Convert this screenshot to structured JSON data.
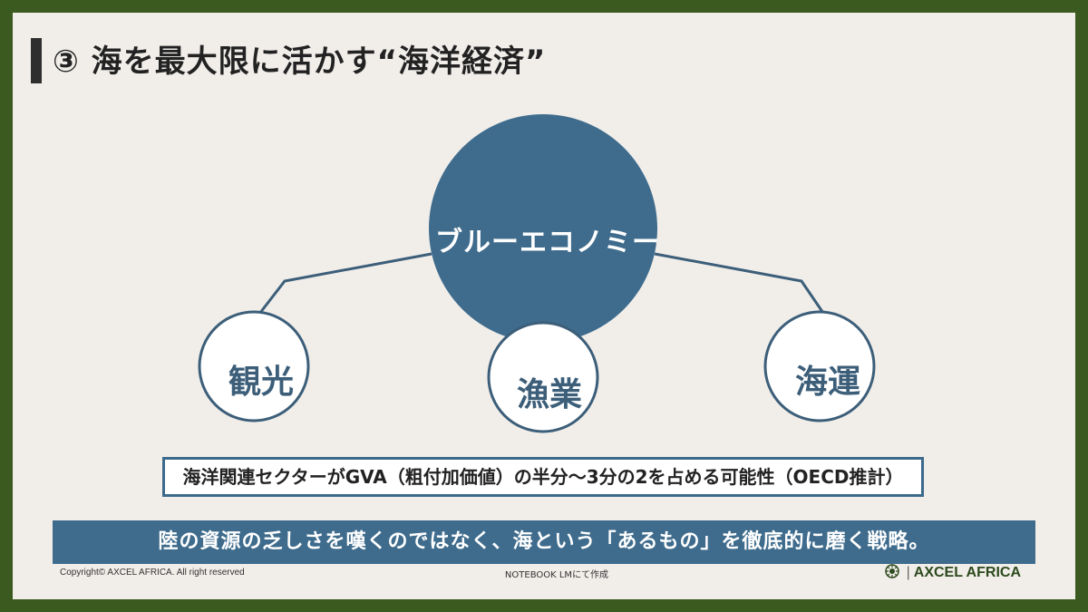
{
  "slide": {
    "title": "③ 海を最大限に活かす“海洋経済”"
  },
  "diagram": {
    "hub": "ブルーエコノミー",
    "leaves": [
      "観光",
      "漁業",
      "海運"
    ],
    "colors": {
      "hub": "#3f6c8d",
      "line": "#3c5e79",
      "leaf_fill": "#ffffff"
    }
  },
  "stat": "海洋関連セクターがGVA（粗付加価値）の半分～3分の2を占める可能性（OECD推計）",
  "banner": "陸の資源の乏しさを嘆くのではなく、海という「あるもの」を徹底的に磨く戦略。",
  "footer": {
    "copyright": "Copyright©  AXCEL AFRICA. All right reserved",
    "credit": "NOTEBOOK LMにて作成",
    "brand": "AXCEL AFRICA",
    "brand_separator": "|"
  },
  "colors": {
    "frame": "#3a5a1f",
    "background": "#f1eeea",
    "accent": "#3f6c8d",
    "brand": "#2d4a1c"
  }
}
